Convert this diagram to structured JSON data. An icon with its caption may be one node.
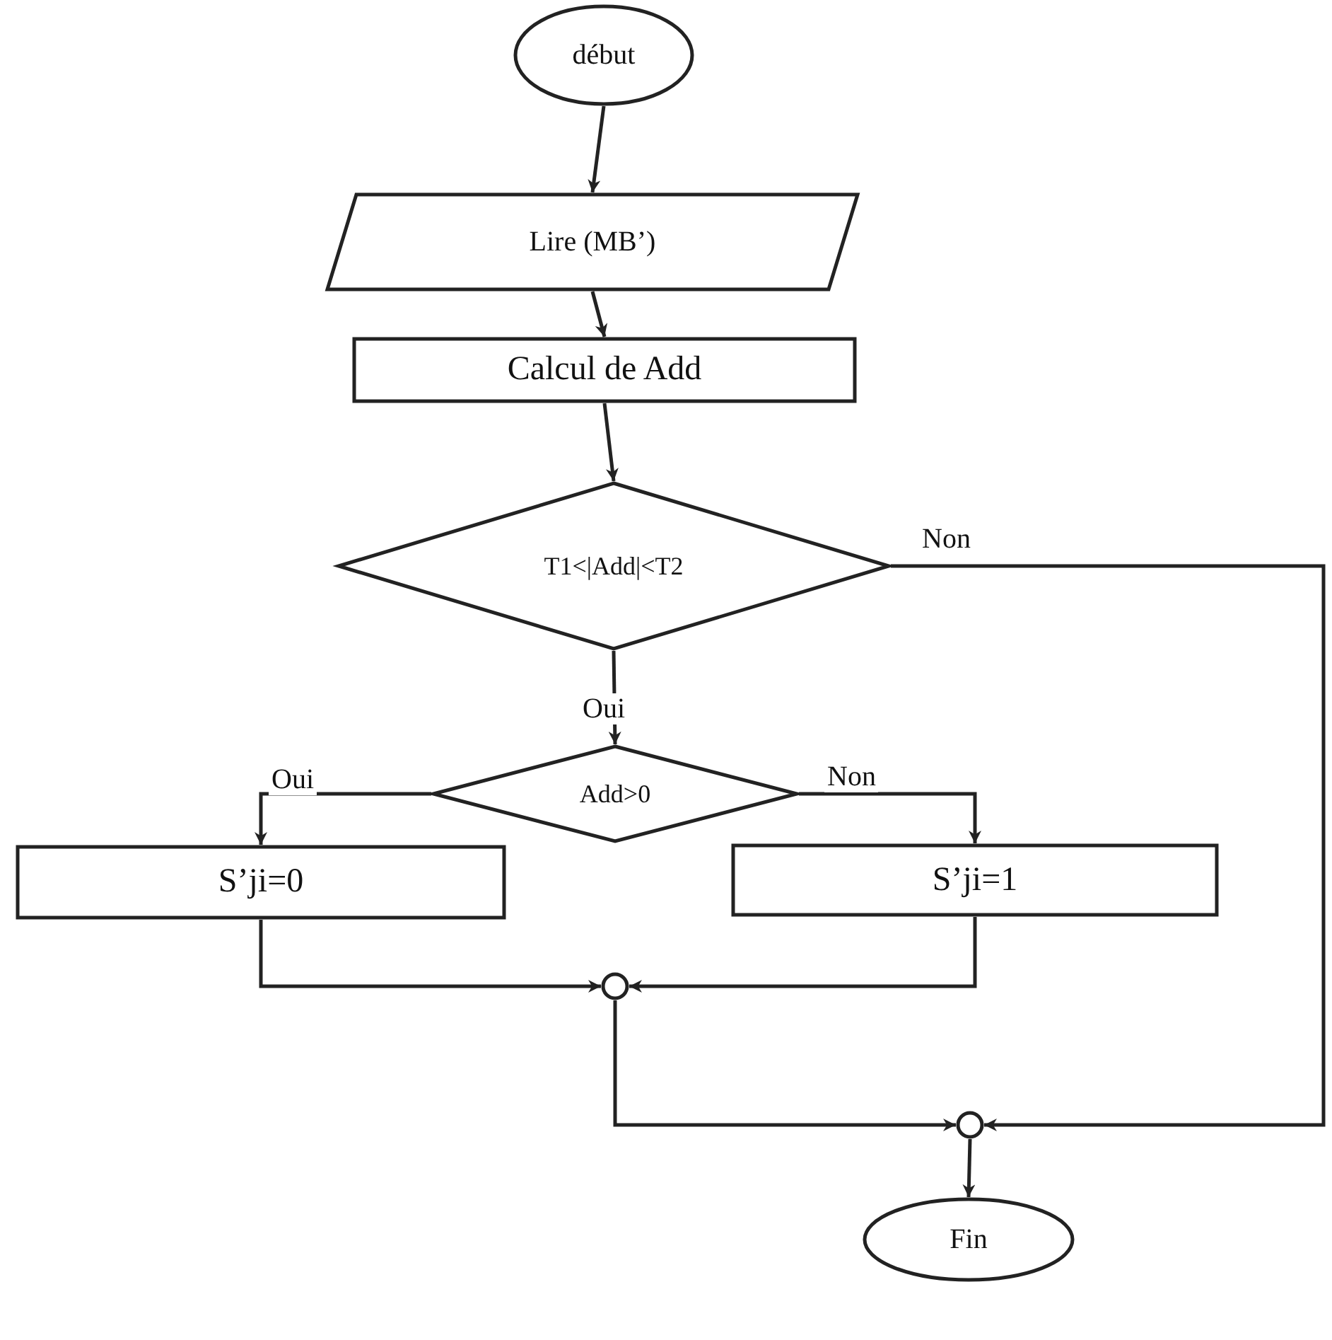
{
  "diagram": {
    "nodes": [
      {
        "text": [
          "début"
        ]
      },
      {
        "text": [
          "Lire (MB’)"
        ]
      },
      {
        "text": [
          "Calcul de Add"
        ]
      },
      {
        "text": [
          "T1<|Add|<T2"
        ]
      },
      {
        "text": [
          "Add>0"
        ]
      },
      {
        "text": [
          "S’ji=0"
        ]
      },
      {
        "text": [
          "S’ji=1"
        ]
      },
      {
        "text": [],
        "shape": "circle"
      },
      {
        "text": [],
        "shape": "circle"
      },
      {
        "text": [
          "Fin"
        ]
      }
    ],
    "edges": [
      {
        "from": 0,
        "to": 1,
        "arrow": "to"
      },
      {
        "from": 1,
        "to": 2,
        "arrow": "to"
      },
      {
        "from": 2,
        "to": 3,
        "arrow": "to"
      },
      {
        "from": 3,
        "to": 4,
        "arrow": "to",
        "label": "Oui"
      },
      {
        "from": 4,
        "to": 5,
        "arrow": "to",
        "label": "Oui"
      },
      {
        "from": 4,
        "to": 6,
        "arrow": "to",
        "label": "Non"
      },
      {
        "from": 5,
        "to": 7,
        "arrow": "to"
      },
      {
        "from": 6,
        "to": 7,
        "arrow": "to"
      },
      {
        "from": 7,
        "to": 8,
        "arrow": "to"
      },
      {
        "from": 3,
        "to": 8,
        "arrow": "to",
        "label": "Non"
      },
      {
        "from": 8,
        "to": 9,
        "arrow": "to"
      }
    ]
  }
}
